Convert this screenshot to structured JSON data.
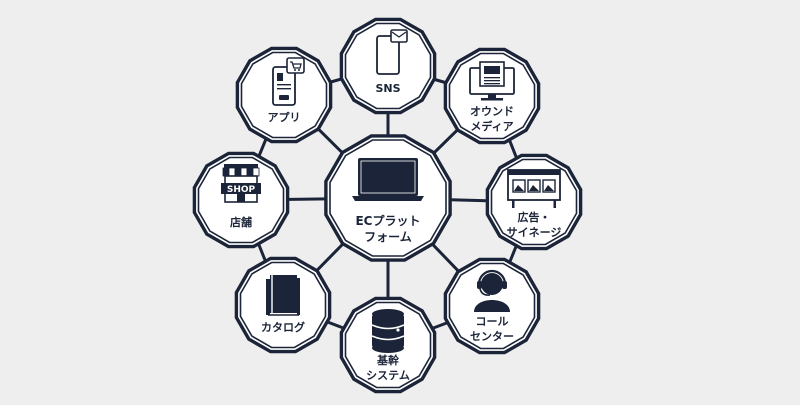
{
  "colors": {
    "background": "#eeeeee",
    "navy": "#1b2438",
    "node_fill": "#ffffff"
  },
  "center": {
    "lines": [
      "ECプラット",
      "フォーム"
    ],
    "icon": "laptop-icon"
  },
  "nodes": [
    {
      "id": "sns",
      "lines": [
        "SNS"
      ],
      "icon": "smartphone-mail-icon"
    },
    {
      "id": "owned-media",
      "lines": [
        "オウンド",
        "メディア"
      ],
      "icon": "monitor-article-icon"
    },
    {
      "id": "ads-signage",
      "lines": [
        "広告・",
        "サイネージ"
      ],
      "icon": "billboard-icon"
    },
    {
      "id": "call-center",
      "lines": [
        "コール",
        "センター"
      ],
      "icon": "headset-operator-icon"
    },
    {
      "id": "core-system",
      "lines": [
        "基幹",
        "システム"
      ],
      "icon": "database-icon"
    },
    {
      "id": "catalog",
      "lines": [
        "カタログ"
      ],
      "icon": "catalog-book-icon"
    },
    {
      "id": "store",
      "lines": [
        "店舗"
      ],
      "icon": "shop-storefront-icon",
      "sign_text": "SHOP"
    },
    {
      "id": "app",
      "lines": [
        "アプリ"
      ],
      "icon": "smartphone-cart-icon"
    }
  ]
}
